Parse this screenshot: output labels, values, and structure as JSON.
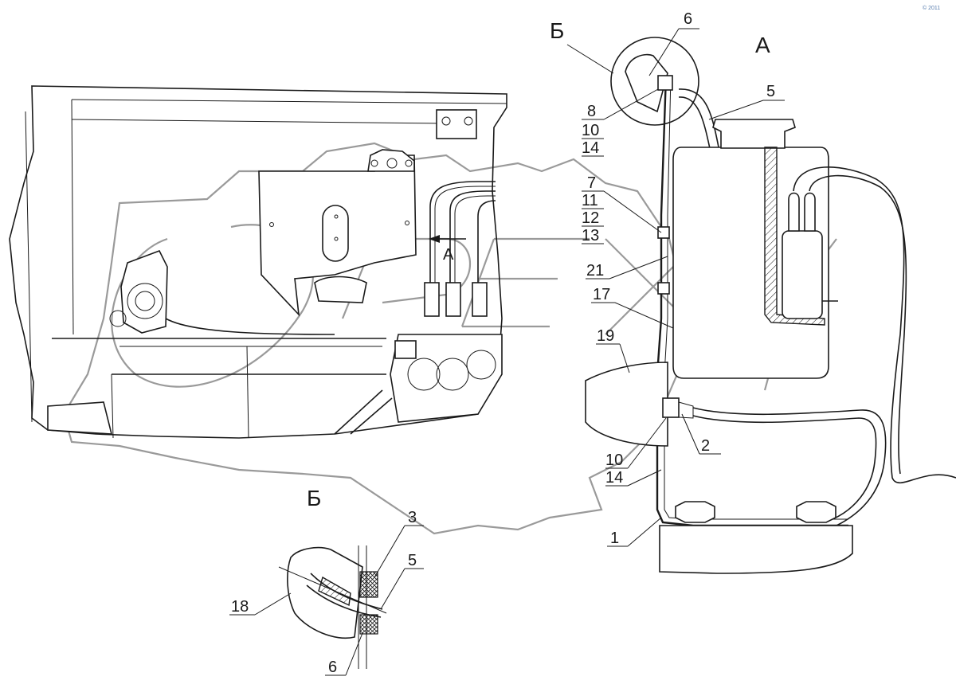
{
  "view_labels": {
    "view_a": "А",
    "view_b_top": "Б",
    "view_b_bottom": "Б",
    "arrow_a": "А"
  },
  "callouts": {
    "c6_top": "6",
    "c5_top": "5",
    "c8": "8",
    "c10_top": "10",
    "c14_top": "14",
    "c7": "7",
    "c11": "11",
    "c12": "12",
    "c13": "13",
    "c21": "21",
    "c17": "17",
    "c19": "19",
    "c2": "2",
    "c10_bottom": "10",
    "c14_bottom": "14",
    "c1": "1",
    "c3": "3",
    "c5_detail": "5",
    "c18": "18",
    "c6_detail": "6"
  },
  "corner_mark": "© 2011",
  "colors": {
    "line": "#1a1a1a",
    "watermark": "#9a9a9a",
    "background": "#ffffff"
  }
}
